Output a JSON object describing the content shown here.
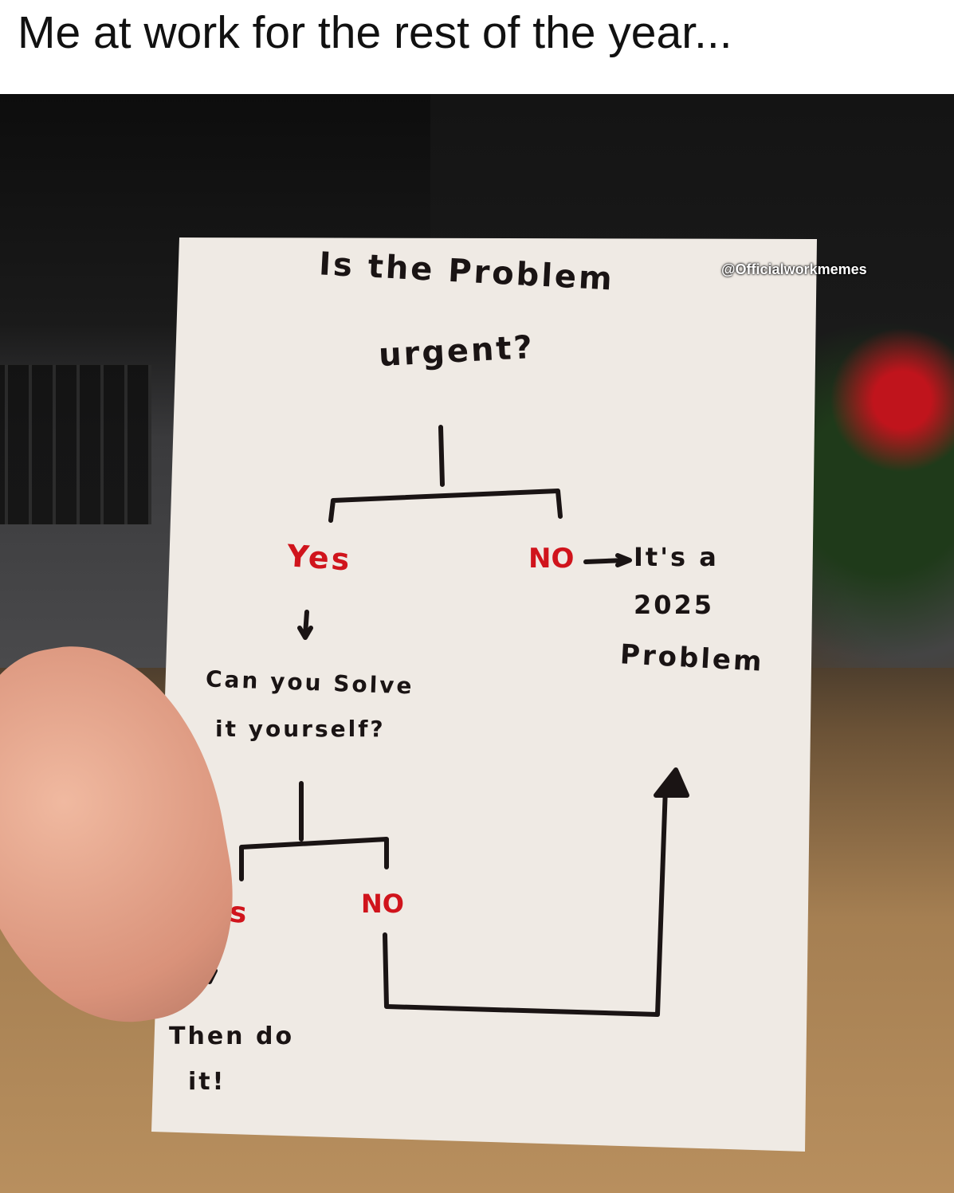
{
  "caption": "Me at work for the rest of the year...",
  "watermark": "@Officialworkmemes",
  "flowchart": {
    "question1_line1": "Is the Problem",
    "question1_line2": "urgent?",
    "yes1": "Yes",
    "no1": "NO",
    "no1_result": [
      "It's a",
      "2025",
      "Problem"
    ],
    "question2_line1": "Can you Solve",
    "question2_line2": "it yourself?",
    "yes2": "Yes",
    "no2": "NO",
    "yes2_result": [
      "Then do",
      "it!"
    ]
  },
  "colors": {
    "ink": "#1a1414",
    "red_ink": "#d0141c",
    "paper": "#efeae4"
  }
}
